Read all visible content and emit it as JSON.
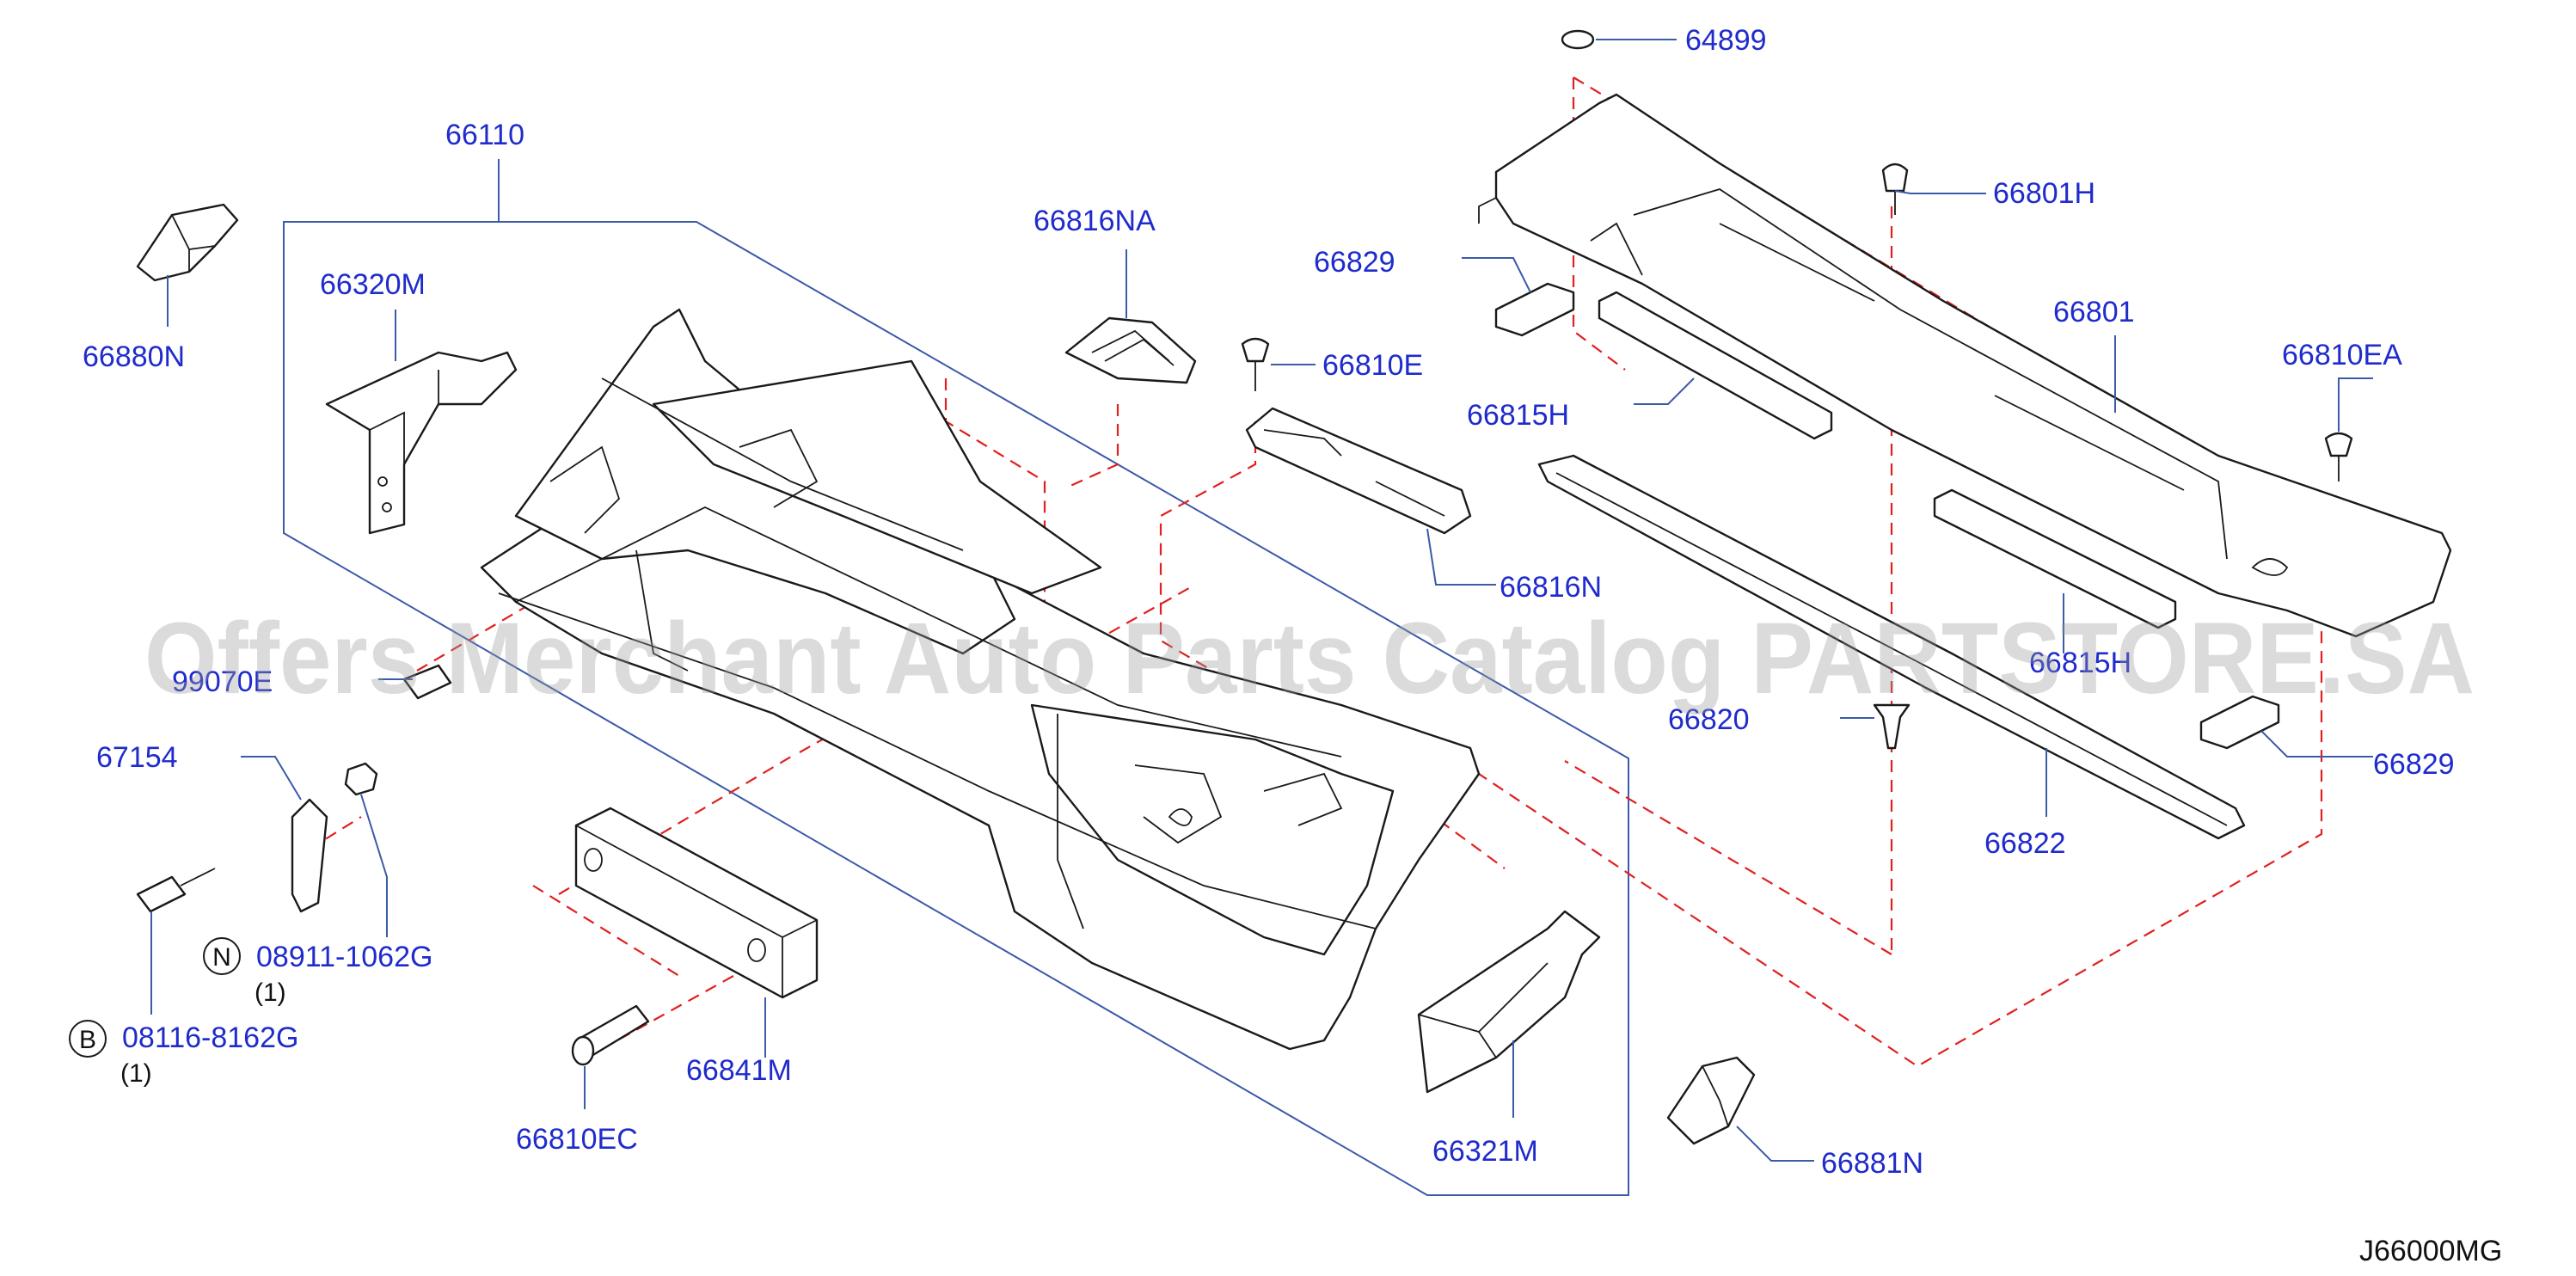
{
  "colors": {
    "label": "#1f2bcc",
    "leader": "#3b5aa8",
    "dash": "#e02020",
    "ink": "#1a1a1a",
    "watermark": "#9a9a9a"
  },
  "labels": {
    "p64899": "64899",
    "p66110": "66110",
    "p66801H": "66801H",
    "p66816NA": "66816NA",
    "p66829_top": "66829",
    "p66801": "66801",
    "p66320M": "66320M",
    "p66810E": "66810E",
    "p66810EA": "66810EA",
    "p66880N": "66880N",
    "p66815H_top": "66815H",
    "p66816N": "66816N",
    "p99070E": "99070E",
    "p66815H_mid": "66815H",
    "p66820": "66820",
    "p66829_right": "66829",
    "p67154": "67154",
    "p66822": "66822",
    "p08911": "08911-1062G",
    "p08116": "08116-8162G",
    "p66841M": "66841M",
    "p66321M": "66321M",
    "p66810EC": "66810EC",
    "p66881N": "66881N"
  },
  "quantities": {
    "q08911": "(1)",
    "q08116": "(1)"
  },
  "circled": {
    "n": "N",
    "b": "B"
  },
  "watermark": "Offers Merchant Auto Parts Catalog PARTSTORE.SA",
  "diagram_code": "J66000MG"
}
